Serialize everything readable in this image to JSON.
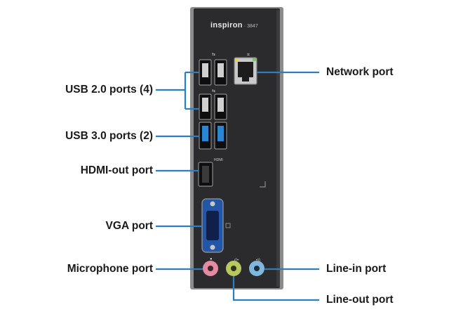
{
  "device": {
    "brand_name": "inspiron",
    "model_number": "3847"
  },
  "callouts": {
    "usb2": "USB 2.0 ports (4)",
    "usb3": "USB 3.0 ports (2)",
    "hdmi": "HDMI-out port",
    "vga": "VGA port",
    "mic": "Microphone port",
    "network": "Network port",
    "line_in": "Line-in port",
    "line_out": "Line-out port"
  },
  "colors": {
    "callout_line": "#2b7ec1",
    "chassis": "#2b2b2d",
    "usb3_blue": "#2a86d0",
    "vga_blue": "#2456a8",
    "mic_pink": "#e58aa3",
    "line_out_green": "#b6c85e",
    "line_in_blue": "#7fb7df",
    "label_text": "#1a1a1a"
  }
}
